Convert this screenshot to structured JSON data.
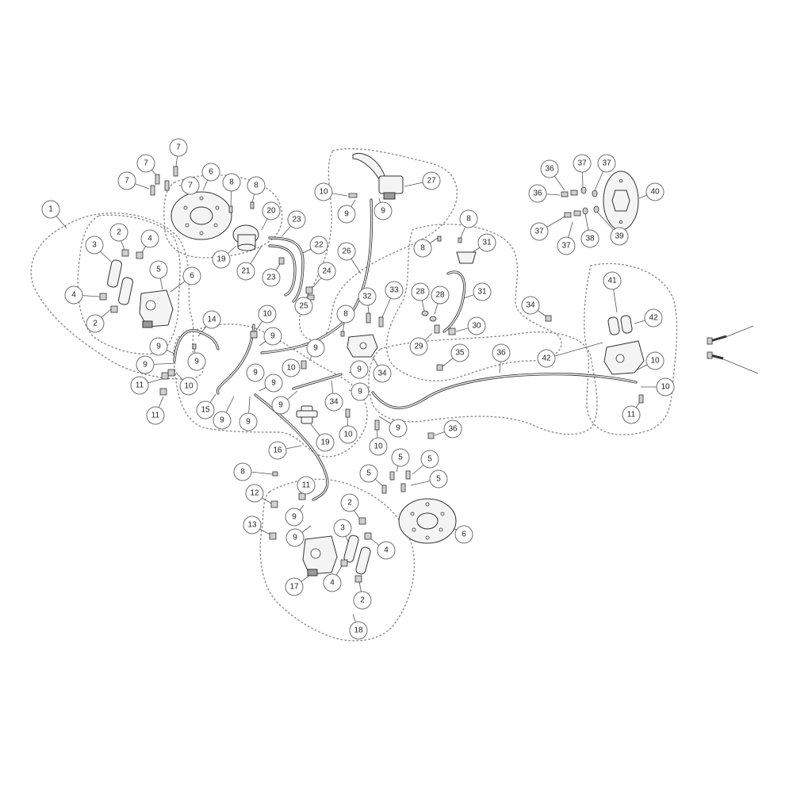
{
  "callouts": [
    {
      "label": "1"
    },
    {
      "label": "2"
    },
    {
      "label": "2"
    },
    {
      "label": "2"
    },
    {
      "label": "2"
    },
    {
      "label": "3"
    },
    {
      "label": "3"
    },
    {
      "label": "4"
    },
    {
      "label": "4"
    },
    {
      "label": "4"
    },
    {
      "label": "4"
    },
    {
      "label": "5"
    },
    {
      "label": "5"
    },
    {
      "label": "5"
    },
    {
      "label": "5"
    },
    {
      "label": "5"
    },
    {
      "label": "6"
    },
    {
      "label": "6"
    },
    {
      "label": "6"
    },
    {
      "label": "7"
    },
    {
      "label": "7"
    },
    {
      "label": "7"
    },
    {
      "label": "7"
    },
    {
      "label": "8"
    },
    {
      "label": "8"
    },
    {
      "label": "8"
    },
    {
      "label": "8"
    },
    {
      "label": "8"
    },
    {
      "label": "8"
    },
    {
      "label": "9"
    },
    {
      "label": "9"
    },
    {
      "label": "9"
    },
    {
      "label": "9"
    },
    {
      "label": "9"
    },
    {
      "label": "9"
    },
    {
      "label": "9"
    },
    {
      "label": "9"
    },
    {
      "label": "9"
    },
    {
      "label": "9"
    },
    {
      "label": "9"
    },
    {
      "label": "9"
    },
    {
      "label": "9"
    },
    {
      "label": "9"
    },
    {
      "label": "9"
    },
    {
      "label": "9"
    },
    {
      "label": "9"
    },
    {
      "label": "10"
    },
    {
      "label": "10"
    },
    {
      "label": "10"
    },
    {
      "label": "10"
    },
    {
      "label": "10"
    },
    {
      "label": "10"
    },
    {
      "label": "10"
    },
    {
      "label": "10"
    },
    {
      "label": "11"
    },
    {
      "label": "11"
    },
    {
      "label": "11"
    },
    {
      "label": "11"
    },
    {
      "label": "12"
    },
    {
      "label": "13"
    },
    {
      "label": "14"
    },
    {
      "label": "15"
    },
    {
      "label": "16"
    },
    {
      "label": "17"
    },
    {
      "label": "18"
    },
    {
      "label": "19"
    },
    {
      "label": "19"
    },
    {
      "label": "20"
    },
    {
      "label": "21"
    },
    {
      "label": "22"
    },
    {
      "label": "23"
    },
    {
      "label": "23"
    },
    {
      "label": "24"
    },
    {
      "label": "25"
    },
    {
      "label": "26"
    },
    {
      "label": "27"
    },
    {
      "label": "28"
    },
    {
      "label": "28"
    },
    {
      "label": "29"
    },
    {
      "label": "30"
    },
    {
      "label": "31"
    },
    {
      "label": "31"
    },
    {
      "label": "32"
    },
    {
      "label": "33"
    },
    {
      "label": "34"
    },
    {
      "label": "34"
    },
    {
      "label": "34"
    },
    {
      "label": "35"
    },
    {
      "label": "36"
    },
    {
      "label": "36"
    },
    {
      "label": "36"
    },
    {
      "label": "36"
    },
    {
      "label": "37"
    },
    {
      "label": "37"
    },
    {
      "label": "37"
    },
    {
      "label": "37"
    },
    {
      "label": "38"
    },
    {
      "label": "39"
    },
    {
      "label": "40"
    },
    {
      "label": "41"
    },
    {
      "label": "42"
    },
    {
      "label": "42"
    }
  ]
}
